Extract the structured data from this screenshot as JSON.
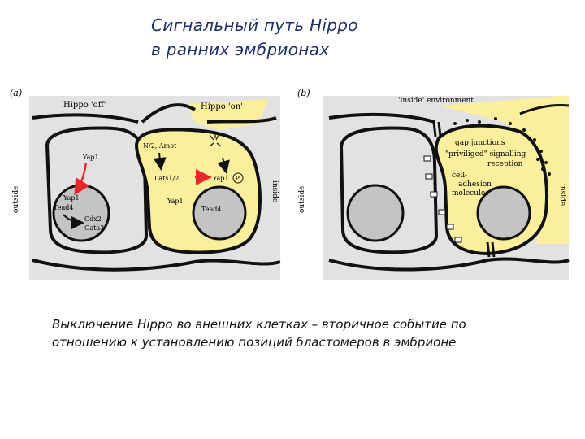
{
  "title": {
    "line1": "Сигнальный путь Hippo",
    "line2": "в ранних эмбрионах"
  },
  "panel_a": {
    "label": "(a)",
    "hippo_off": "Hippo 'off'",
    "hippo_on": "Hippo 'on'",
    "outside": "outside",
    "inside": "inside",
    "left_cell": {
      "yap1_cytoplasm": "Yap1",
      "yap1_nucleus": "Yap1",
      "tead4": "Tead4",
      "cdx2": "Cdx2",
      "gata3": "Gata3"
    },
    "right_cell": {
      "n2_amot": "N/2, Amot",
      "lats": "Lats1/2",
      "yap1_p": "Yap1",
      "p_symbol": "P",
      "yap1_lower": "Yap1",
      "tead4": "Tead4"
    }
  },
  "panel_b": {
    "label": "(b)",
    "inside_environment": "'inside' environment",
    "outside": "outside",
    "inside": "inside",
    "gap_junctions": "gap junctions",
    "privileged": "\"priviliged\" signalling",
    "reception": "reception",
    "cell": "cell-",
    "adhesion": "adhesion",
    "molecules": "molecules"
  },
  "caption": {
    "line1": "Выключение Hippo во внешних клетках – вторичное событие по",
    "line2": "отношению к установлению позиций бластомеров в эмбрионе"
  },
  "colors": {
    "title": "#1f2f6b",
    "cell_grey": "#e2e2e2",
    "nucleus_grey": "#c4c4c4",
    "cell_yellow": "#fbef9e",
    "arrow_red": "#e8262b",
    "outline": "#111111"
  }
}
